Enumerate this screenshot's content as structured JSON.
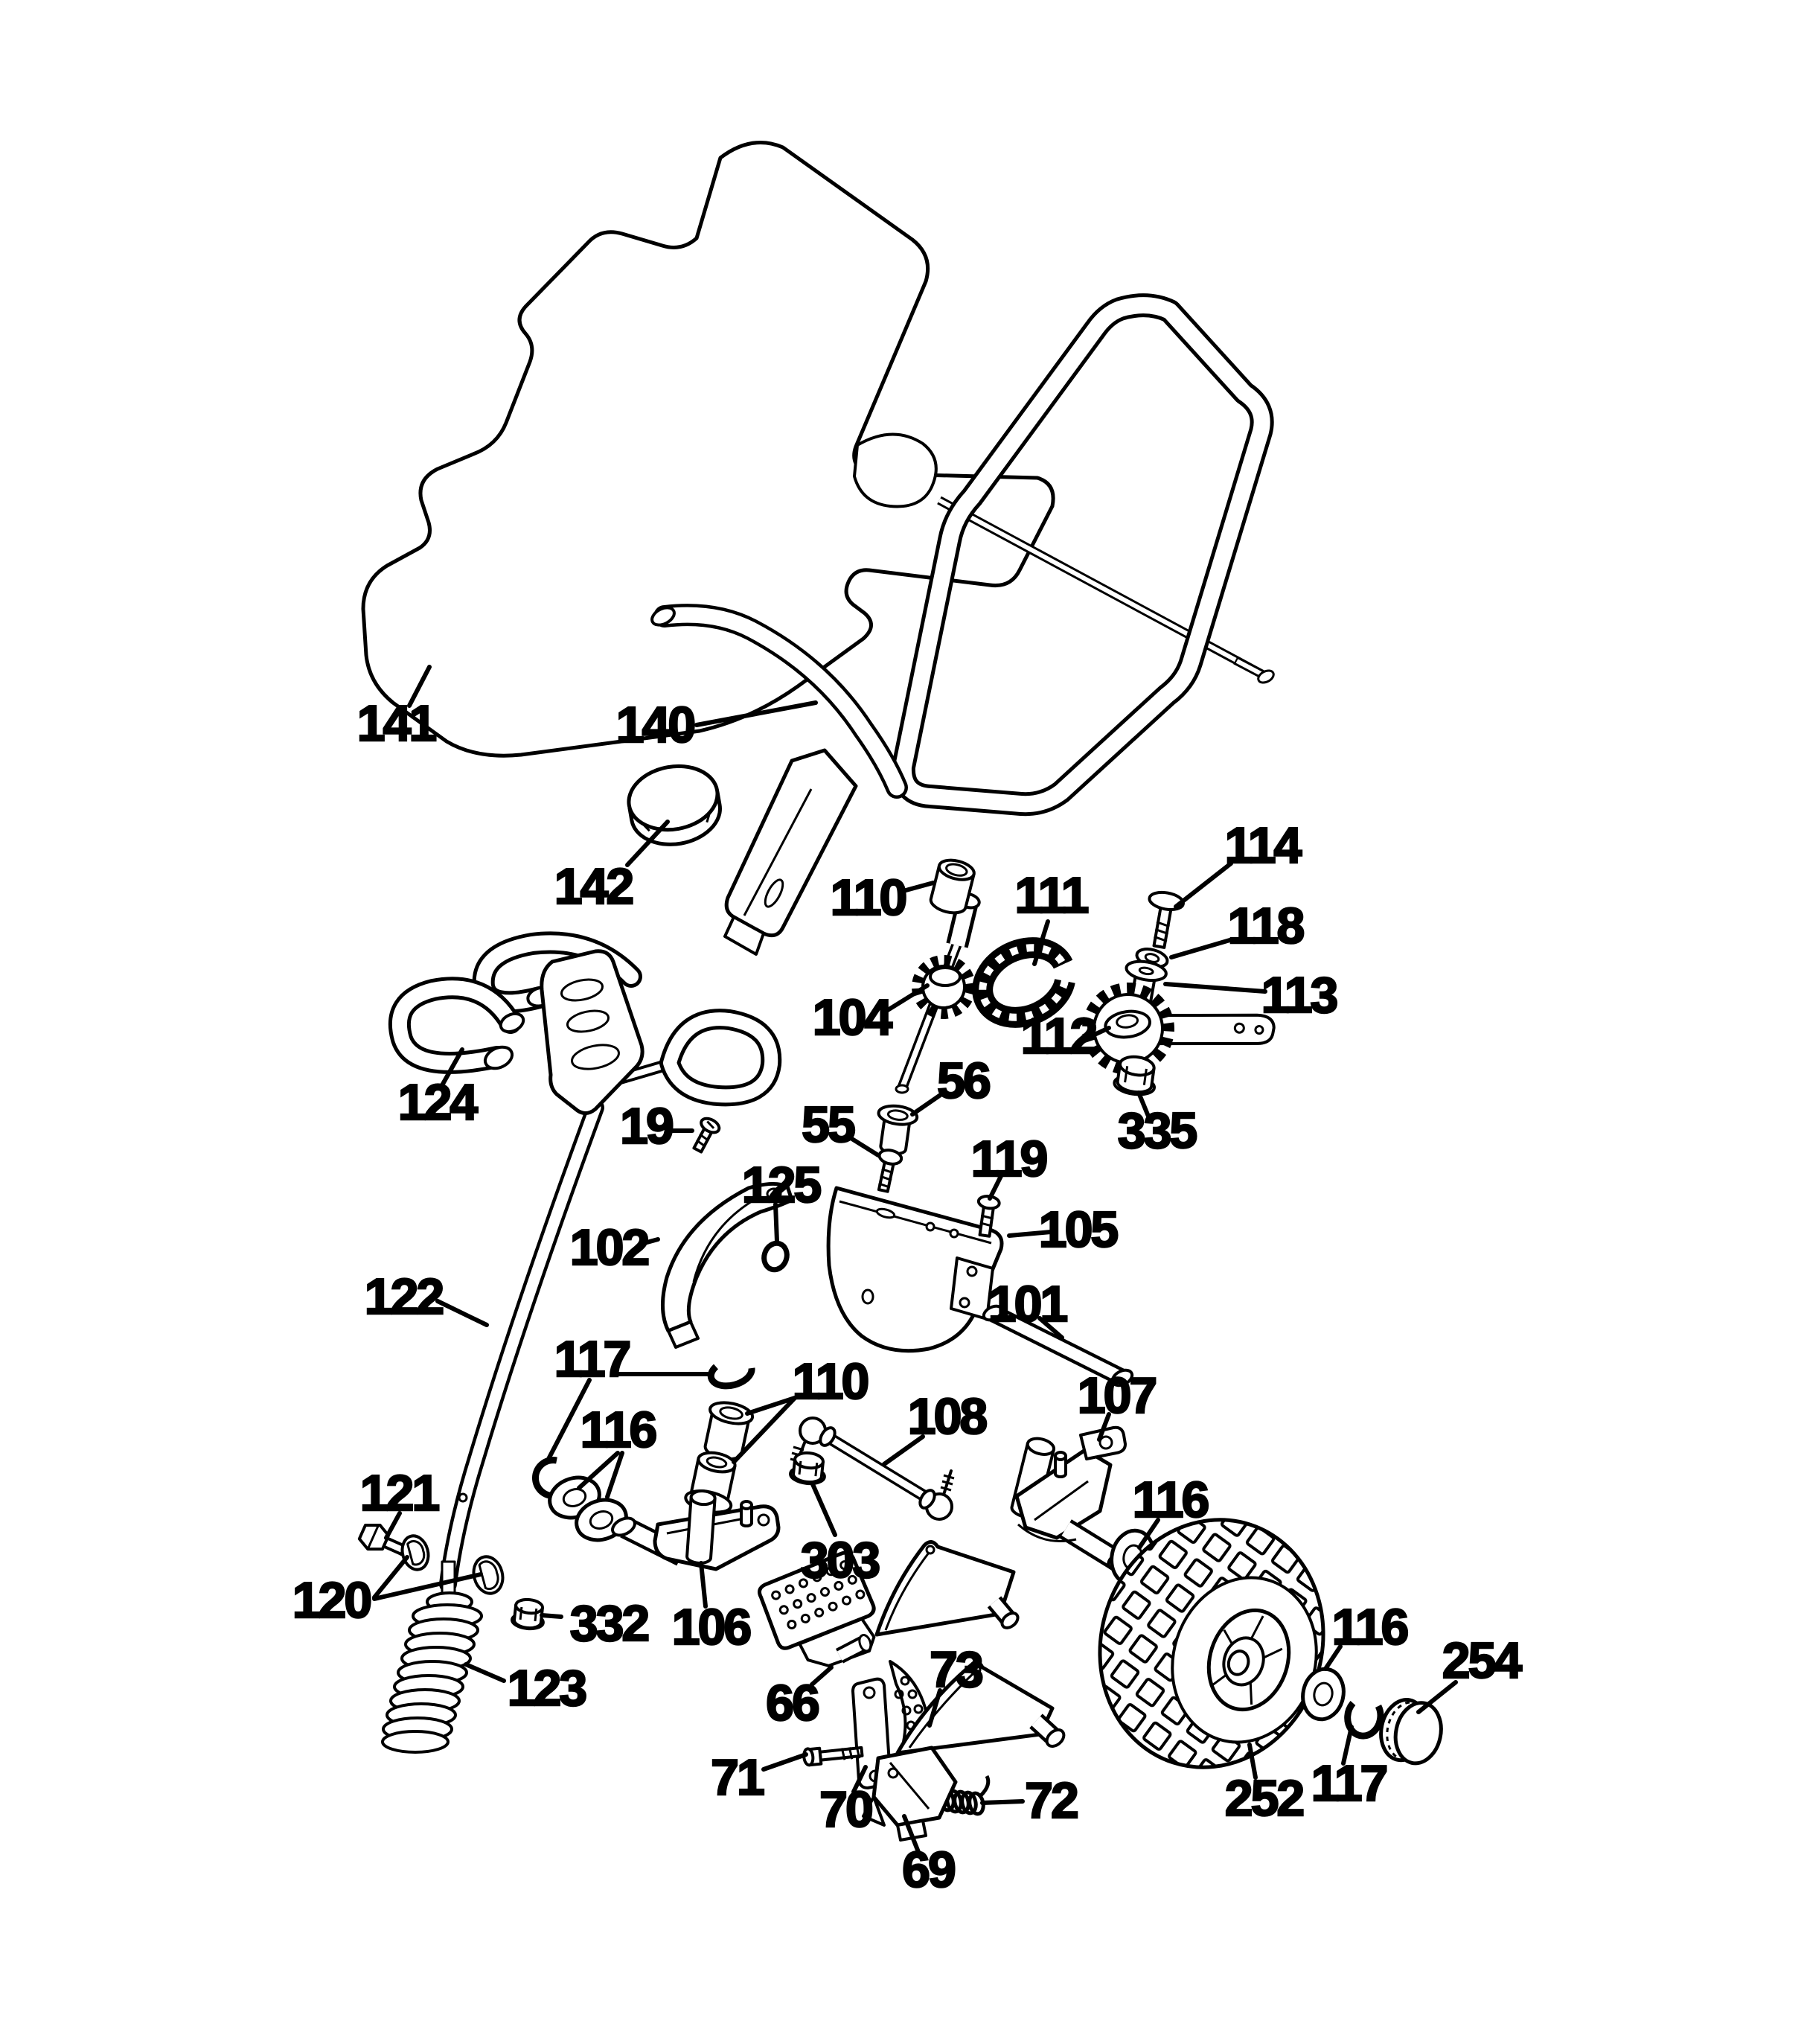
{
  "diagram": {
    "type": "exploded-parts-diagram",
    "background_color": "#ffffff",
    "ink_color": "#000000",
    "callouts": [
      {
        "text": "141"
      },
      {
        "text": "140"
      },
      {
        "text": "142"
      },
      {
        "text": "110"
      },
      {
        "text": "104"
      },
      {
        "text": "111"
      },
      {
        "text": "114"
      },
      {
        "text": "118"
      },
      {
        "text": "113"
      },
      {
        "text": "112"
      },
      {
        "text": "335"
      },
      {
        "text": "56"
      },
      {
        "text": "55"
      },
      {
        "text": "19"
      },
      {
        "text": "125"
      },
      {
        "text": "102"
      },
      {
        "text": "119"
      },
      {
        "text": "105"
      },
      {
        "text": "101"
      },
      {
        "text": "122"
      },
      {
        "text": "124"
      },
      {
        "text": "117"
      },
      {
        "text": "116"
      },
      {
        "text": "110"
      },
      {
        "text": "108"
      },
      {
        "text": "303"
      },
      {
        "text": "332"
      },
      {
        "text": "106"
      },
      {
        "text": "107"
      },
      {
        "text": "116"
      },
      {
        "text": "116"
      },
      {
        "text": "254"
      },
      {
        "text": "252"
      },
      {
        "text": "117"
      },
      {
        "text": "123"
      },
      {
        "text": "121"
      },
      {
        "text": "120"
      },
      {
        "text": "66"
      },
      {
        "text": "73"
      },
      {
        "text": "71"
      },
      {
        "text": "70"
      },
      {
        "text": "72"
      },
      {
        "text": "69"
      }
    ]
  }
}
